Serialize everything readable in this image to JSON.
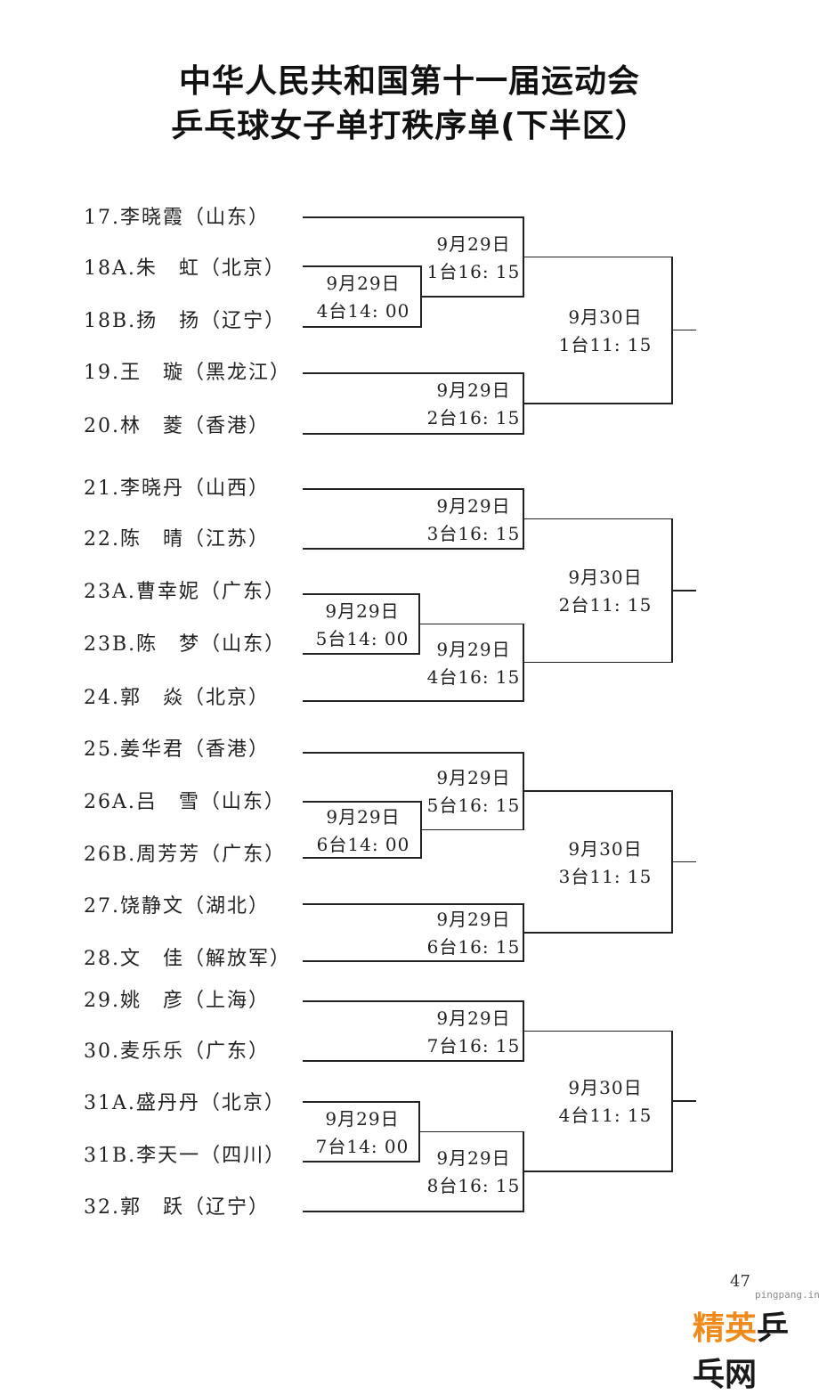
{
  "document": {
    "title_line1": "中华人民共和国第十一届运动会",
    "title_line2": "乒乓球女子单打秩序单(下半区）",
    "page_number": "47",
    "watermark_url": "pingpang.info",
    "watermark_logo_part1": "精英",
    "watermark_logo_part2": "乒乓网"
  },
  "players": [
    "17.李晓霞（山东）",
    "18A.朱　虹（北京）",
    "18B.扬　扬（辽宁）",
    "19.王　璇（黑龙江）",
    "20.林　菱（香港）",
    "21.李晓丹（山西）",
    "22.陈　晴（江苏）",
    "23A.曹幸妮（广东）",
    "23B.陈　梦（山东）",
    "24.郭　焱（北京）",
    "25.姜华君（香港）",
    "26A.吕　雪（山东）",
    "26B.周芳芳（广东）",
    "27.饶静文（湖北）",
    "28.文　佳（解放军）",
    "29.姚　彦（上海）",
    "30.麦乐乐（广东）",
    "31A.盛丹丹（北京）",
    "31B.李天一（四川）",
    "32.郭　跃（辽宁）"
  ],
  "matches": {
    "prelim": [
      {
        "date": "9月29日",
        "slot": "4台14: 00"
      },
      {
        "date": "9月29日",
        "slot": "5台14: 00"
      },
      {
        "date": "9月29日",
        "slot": "6台14: 00"
      },
      {
        "date": "9月29日",
        "slot": "7台14: 00"
      }
    ],
    "round1": [
      {
        "date": "9月29日",
        "slot": "1台16: 15"
      },
      {
        "date": "9月29日",
        "slot": "2台16: 15"
      },
      {
        "date": "9月29日",
        "slot": "3台16: 15"
      },
      {
        "date": "9月29日",
        "slot": "4台16: 15"
      },
      {
        "date": "9月29日",
        "slot": "5台16: 15"
      },
      {
        "date": "9月29日",
        "slot": "6台16: 15"
      },
      {
        "date": "9月29日",
        "slot": "7台16: 15"
      },
      {
        "date": "9月29日",
        "slot": "8台16: 15"
      }
    ],
    "round2": [
      {
        "date": "9月30日",
        "slot": "1台11: 15"
      },
      {
        "date": "9月30日",
        "slot": "2台11: 15"
      },
      {
        "date": "9月30日",
        "slot": "3台11: 15"
      },
      {
        "date": "9月30日",
        "slot": "4台11: 15"
      }
    ]
  }
}
